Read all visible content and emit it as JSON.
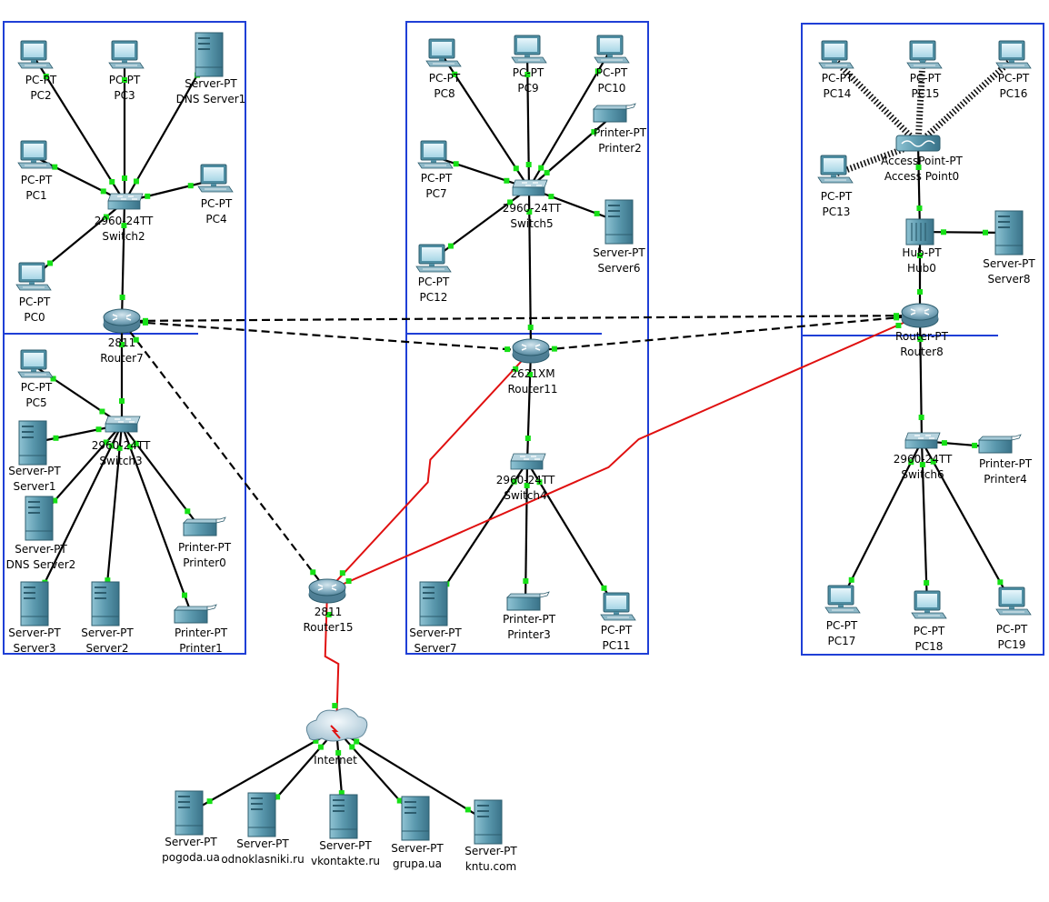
{
  "devices": {
    "pc2": {
      "type": "PC-PT",
      "name": "PC2"
    },
    "pc3": {
      "type": "PC-PT",
      "name": "PC3"
    },
    "dns1": {
      "type": "Server-PT",
      "name": "DNS Server1"
    },
    "pc1": {
      "type": "PC-PT",
      "name": "PC1"
    },
    "switch2": {
      "type": "2960-24TT",
      "name": "Switch2"
    },
    "pc4": {
      "type": "PC-PT",
      "name": "PC4"
    },
    "pc0": {
      "type": "PC-PT",
      "name": "PC0"
    },
    "router7": {
      "type": "2811",
      "name": "Router7"
    },
    "pc5": {
      "type": "PC-PT",
      "name": "PC5"
    },
    "switch3": {
      "type": "2960-24TT",
      "name": "Switch3"
    },
    "server1": {
      "type": "Server-PT",
      "name": "Server1"
    },
    "dns2": {
      "type": "Server-PT",
      "name": "DNS Server2"
    },
    "printer0": {
      "type": "Printer-PT",
      "name": "Printer0"
    },
    "server3": {
      "type": "Server-PT",
      "name": "Server3"
    },
    "server2": {
      "type": "Server-PT",
      "name": "Server2"
    },
    "printer1": {
      "type": "Printer-PT",
      "name": "Printer1"
    },
    "pc8": {
      "type": "PC-PT",
      "name": "PC8"
    },
    "pc9": {
      "type": "PC-PT",
      "name": "PC9"
    },
    "pc10": {
      "type": "PC-PT",
      "name": "PC10"
    },
    "printer2": {
      "type": "Printer-PT",
      "name": "Printer2"
    },
    "pc7": {
      "type": "PC-PT",
      "name": "PC7"
    },
    "switch5": {
      "type": "2960-24TT",
      "name": "Switch5"
    },
    "server6": {
      "type": "Server-PT",
      "name": "Server6"
    },
    "pc12": {
      "type": "PC-PT",
      "name": "PC12"
    },
    "router11": {
      "type": "2621XM",
      "name": "Router11"
    },
    "switch4": {
      "type": "2960-24TT",
      "name": "Switch4"
    },
    "server7": {
      "type": "Server-PT",
      "name": "Server7"
    },
    "printer3": {
      "type": "Printer-PT",
      "name": "Printer3"
    },
    "pc11": {
      "type": "PC-PT",
      "name": "PC11"
    },
    "pc14": {
      "type": "PC-PT",
      "name": "PC14"
    },
    "pc15": {
      "type": "PC-PT",
      "name": "PC15"
    },
    "pc16": {
      "type": "PC-PT",
      "name": "PC16"
    },
    "ap0": {
      "type": "AccessPoint-PT",
      "name": "Access Point0"
    },
    "pc13": {
      "type": "PC-PT",
      "name": "PC13"
    },
    "hub0": {
      "type": "Hub-PT",
      "name": "Hub0"
    },
    "server8": {
      "type": "Server-PT",
      "name": "Server8"
    },
    "router8": {
      "type": "Router-PT",
      "name": "Router8"
    },
    "switch6": {
      "type": "2960-24TT",
      "name": "Switch6"
    },
    "printer4": {
      "type": "Printer-PT",
      "name": "Printer4"
    },
    "pc17": {
      "type": "PC-PT",
      "name": "PC17"
    },
    "pc18": {
      "type": "PC-PT",
      "name": "PC18"
    },
    "pc19": {
      "type": "PC-PT",
      "name": "PC19"
    },
    "router15": {
      "type": "2811",
      "name": "Router15"
    },
    "internet": {
      "type": "",
      "name": "Internet"
    },
    "pogoda": {
      "type": "Server-PT",
      "name": "pogoda.ua"
    },
    "odnoklasniki": {
      "type": "Server-PT",
      "name": "odnoklasniki.ru"
    },
    "vkontakte": {
      "type": "Server-PT",
      "name": "vkontakte.ru"
    },
    "grupa": {
      "type": "Server-PT",
      "name": "grupa.ua"
    },
    "kntu": {
      "type": "Server-PT",
      "name": "kntu.com"
    }
  },
  "colors": {
    "zone_border": "#1f3fd6",
    "copper_link": "#000000",
    "serial_link": "#e01010",
    "link_light": "#16e016",
    "device_teal": "#5a98ad"
  }
}
